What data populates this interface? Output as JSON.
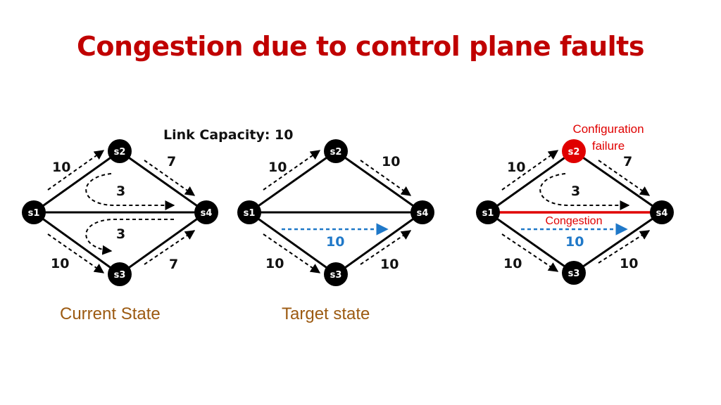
{
  "slide": {
    "title": "Congestion due to control plane faults",
    "link_capacity": "Link Capacity: 10",
    "captions": {
      "current": "Current State",
      "target": "Target state"
    }
  },
  "colors": {
    "title": "#c00000",
    "caption": "#9c5a11",
    "edge": "#000000",
    "flow": "#1f78c8",
    "fault": "#e00000",
    "node": "#000000"
  },
  "nodes": {
    "s1": "s1",
    "s2": "s2",
    "s3": "s3",
    "s4": "s4"
  },
  "current": {
    "s1_s2": "10",
    "s2_s4": "7",
    "s1_s3": "10",
    "s3_s4": "7",
    "via_s2_s4": "3",
    "via_s3_s4": "3"
  },
  "target": {
    "s1_s2": "10",
    "s2_s4": "10",
    "s1_s3": "10",
    "s3_s4": "10",
    "s1_s4_flow": "10"
  },
  "fault": {
    "s1_s2": "10",
    "s2_s4": "7",
    "s1_s3": "10",
    "s3_s4": "10",
    "via_s2_s4": "3",
    "s1_s4_flow": "10",
    "configuration": "Configuration",
    "failure": "failure",
    "congestion": "Congestion"
  }
}
